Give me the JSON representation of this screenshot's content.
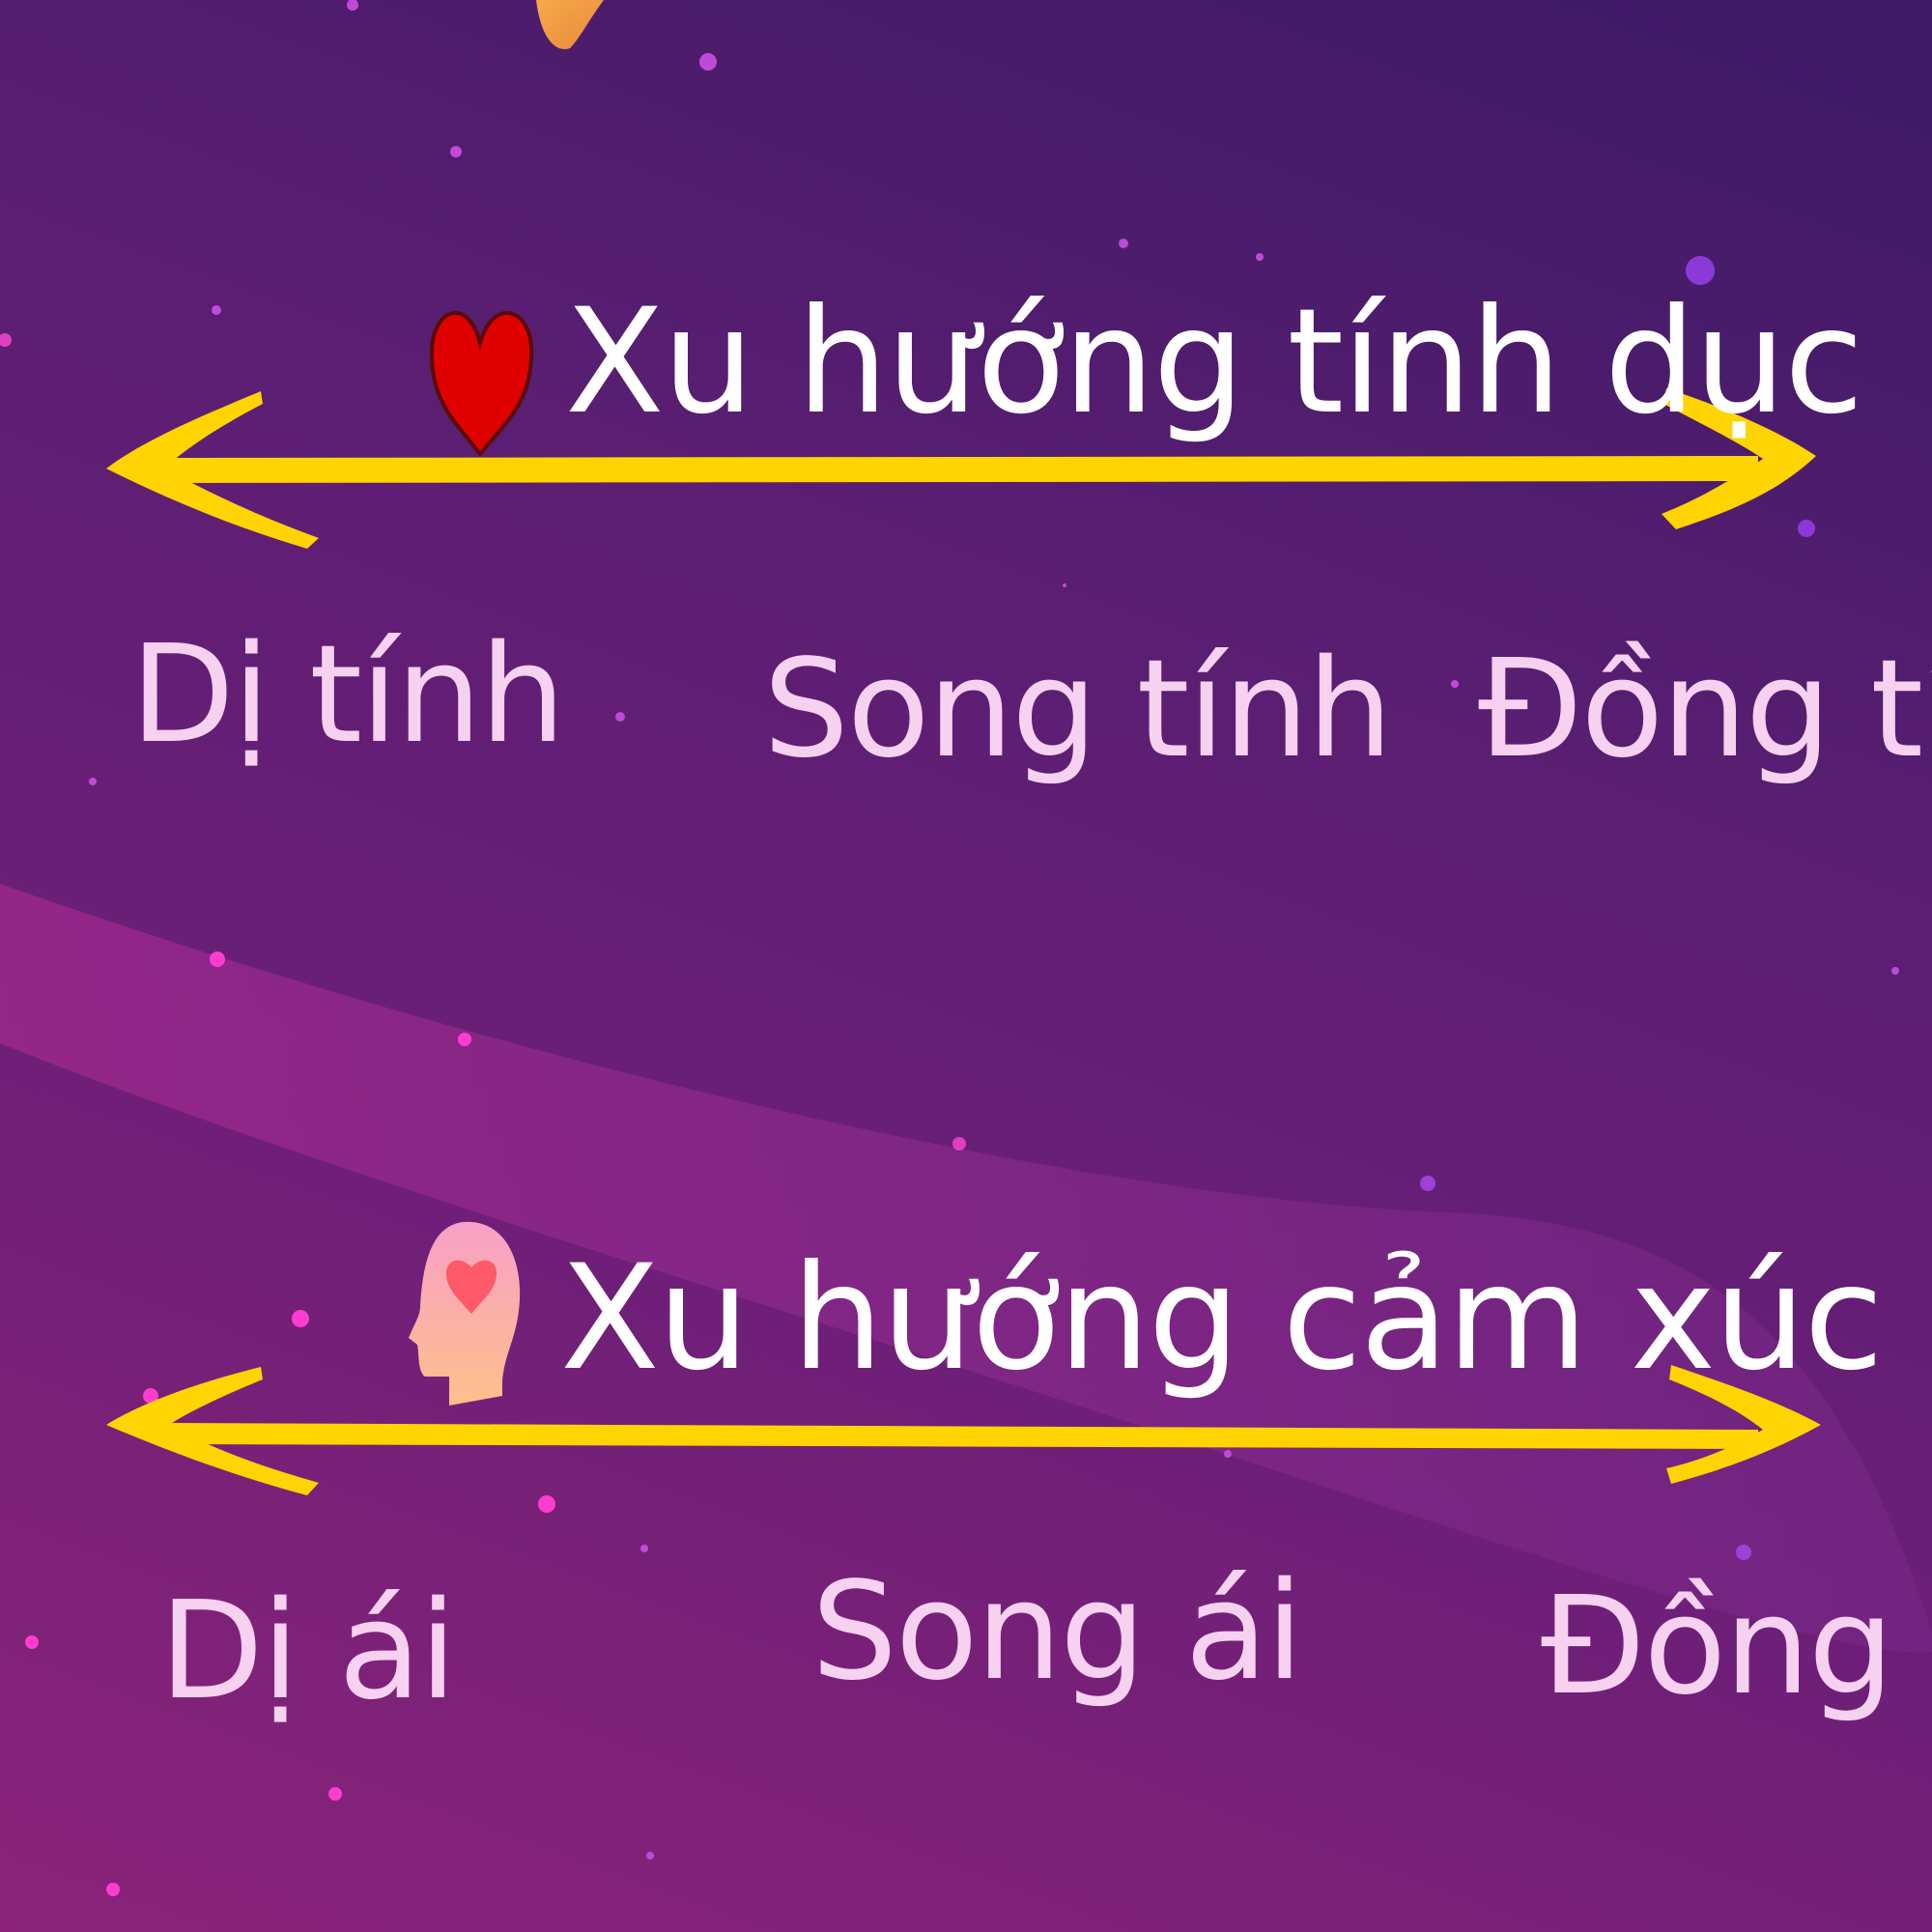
{
  "scales": [
    {
      "title": "Xu hướng tính dục",
      "icon": "heart-icon",
      "items": [
        "Dị tính",
        "Song tính",
        "Đồng tính"
      ]
    },
    {
      "title": "Xu hướng cảm xúc",
      "icon": "head-heart-icon",
      "items": [
        "Dị ái",
        "Song ái",
        "Đồng ái"
      ]
    }
  ],
  "colors": {
    "arrow": "#ffd400",
    "title_text": "#ffffff",
    "item_text": "#f7d1f0",
    "heart": "#e00000",
    "head": "#f7a0c8"
  }
}
